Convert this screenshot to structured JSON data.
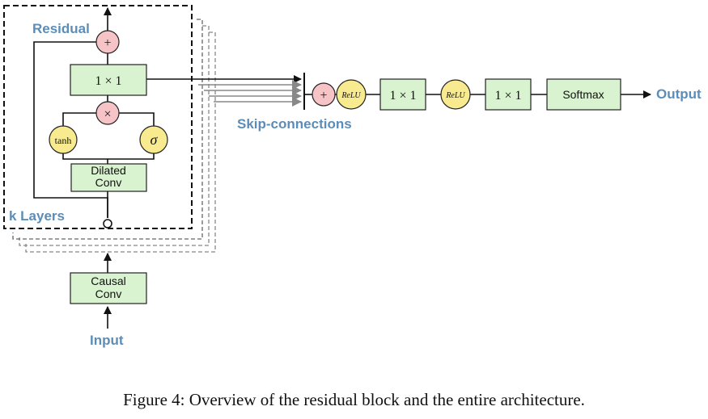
{
  "labels": {
    "residual": "Residual",
    "k_layers": "k Layers",
    "skip_connections": "Skip-connections",
    "output": "Output",
    "input": "Input"
  },
  "ops": {
    "add": "+",
    "multiply": "×",
    "tanh": "tanh",
    "sigma": "σ",
    "relu": "ReLU"
  },
  "boxes": {
    "conv_1x1_block": "1 × 1",
    "dilated_conv_line1": "Dilated",
    "dilated_conv_line2": "Conv",
    "causal_conv_line1": "Causal",
    "causal_conv_line2": "Conv",
    "post_conv_1": "1 × 1",
    "post_conv_2": "1 × 1",
    "softmax": "Softmax"
  },
  "caption": "Figure 4: Overview of the residual block and the entire architecture."
}
